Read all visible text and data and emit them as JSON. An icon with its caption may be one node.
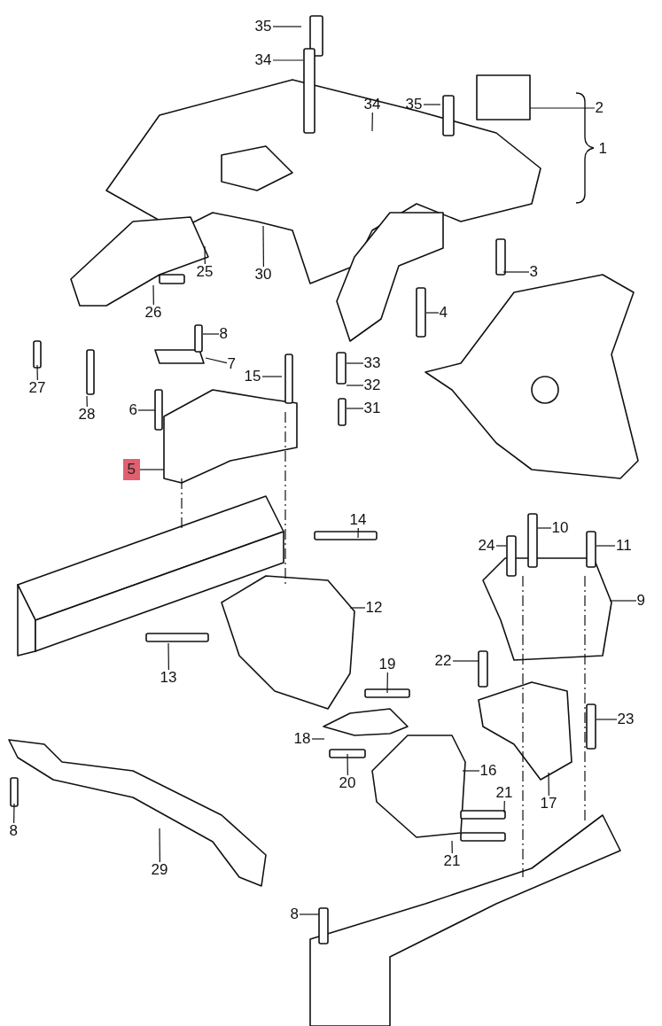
{
  "diagram": {
    "nodes": [
      {
        "text": [
          "35"
        ]
      },
      {
        "text": [
          "34"
        ]
      },
      {
        "text": [
          "34"
        ]
      },
      {
        "text": [
          "35"
        ]
      },
      {
        "text": [
          "2"
        ]
      },
      {
        "text": [
          "3"
        ]
      },
      {
        "text": [
          "30"
        ]
      },
      {
        "text": [
          "25"
        ]
      },
      {
        "text": [
          "26"
        ]
      },
      {
        "text": [
          "27"
        ]
      },
      {
        "text": [
          "28"
        ]
      },
      {
        "text": [
          "4"
        ]
      },
      {
        "text": [
          "8"
        ]
      },
      {
        "text": [
          "7"
        ]
      },
      {
        "text": [
          "15"
        ]
      },
      {
        "text": [
          "33"
        ]
      },
      {
        "text": [
          "32"
        ]
      },
      {
        "text": [
          "31"
        ]
      },
      {
        "text": [
          "6"
        ]
      },
      {
        "text": [
          "5"
        ]
      },
      {
        "text": [
          "14"
        ]
      },
      {
        "text": [
          "10"
        ]
      },
      {
        "text": [
          "24"
        ]
      },
      {
        "text": [
          "11"
        ]
      },
      {
        "text": [
          "9"
        ]
      },
      {
        "text": [
          "12"
        ]
      },
      {
        "text": [
          "22"
        ]
      },
      {
        "text": [
          "13"
        ]
      },
      {
        "text": [
          "19"
        ]
      },
      {
        "text": [
          "23"
        ]
      },
      {
        "text": [
          "18"
        ]
      },
      {
        "text": [
          "20"
        ]
      },
      {
        "text": [
          "16"
        ]
      },
      {
        "text": [
          "17"
        ]
      },
      {
        "text": [
          "21"
        ]
      },
      {
        "text": [
          "21"
        ]
      },
      {
        "text": [
          "8"
        ]
      },
      {
        "text": [
          "29"
        ]
      },
      {
        "text": [
          "8"
        ]
      }
    ],
    "edges": [
      {
        "from": 0,
        "to": null,
        "arrow": "none"
      },
      {
        "from": 1,
        "to": null,
        "arrow": "none"
      },
      {
        "from": 2,
        "to": null,
        "arrow": "none"
      },
      {
        "from": 3,
        "to": null,
        "arrow": "none"
      },
      {
        "from": 4,
        "to": null,
        "arrow": "none"
      },
      {
        "from": 5,
        "to": null,
        "arrow": "none"
      },
      {
        "from": 6,
        "to": null,
        "arrow": "none"
      },
      {
        "from": 7,
        "to": null,
        "arrow": "none"
      },
      {
        "from": 8,
        "to": null,
        "arrow": "none"
      },
      {
        "from": 9,
        "to": null,
        "arrow": "none"
      },
      {
        "from": 10,
        "to": null,
        "arrow": "none"
      },
      {
        "from": 11,
        "to": null,
        "arrow": "none"
      },
      {
        "from": 12,
        "to": null,
        "arrow": "none"
      },
      {
        "from": 13,
        "to": null,
        "arrow": "none"
      },
      {
        "from": 14,
        "to": null,
        "arrow": "none"
      },
      {
        "from": 15,
        "to": null,
        "arrow": "none"
      },
      {
        "from": 16,
        "to": null,
        "arrow": "none"
      },
      {
        "from": 17,
        "to": null,
        "arrow": "none"
      },
      {
        "from": 18,
        "to": null,
        "arrow": "none"
      },
      {
        "from": 19,
        "to": null,
        "arrow": "none"
      },
      {
        "from": 20,
        "to": null,
        "arrow": "none"
      },
      {
        "from": 21,
        "to": null,
        "arrow": "none"
      },
      {
        "from": 22,
        "to": null,
        "arrow": "none"
      },
      {
        "from": 23,
        "to": null,
        "arrow": "none"
      },
      {
        "from": 24,
        "to": null,
        "arrow": "none"
      },
      {
        "from": 25,
        "to": null,
        "arrow": "none"
      },
      {
        "from": 26,
        "to": null,
        "arrow": "none"
      },
      {
        "from": 27,
        "to": null,
        "arrow": "none"
      },
      {
        "from": 28,
        "to": null,
        "arrow": "none"
      },
      {
        "from": 29,
        "to": null,
        "arrow": "none"
      },
      {
        "from": 30,
        "to": null,
        "arrow": "none"
      },
      {
        "from": 31,
        "to": null,
        "arrow": "none"
      },
      {
        "from": 32,
        "to": null,
        "arrow": "none"
      },
      {
        "from": 33,
        "to": null,
        "arrow": "none"
      },
      {
        "from": 34,
        "to": null,
        "arrow": "none"
      },
      {
        "from": 35,
        "to": null,
        "arrow": "none"
      },
      {
        "from": 36,
        "to": null,
        "arrow": "none"
      },
      {
        "from": 37,
        "to": null,
        "arrow": "none"
      },
      {
        "from": 38,
        "to": null,
        "arrow": "none"
      }
    ],
    "labels": [
      "1"
    ]
  }
}
